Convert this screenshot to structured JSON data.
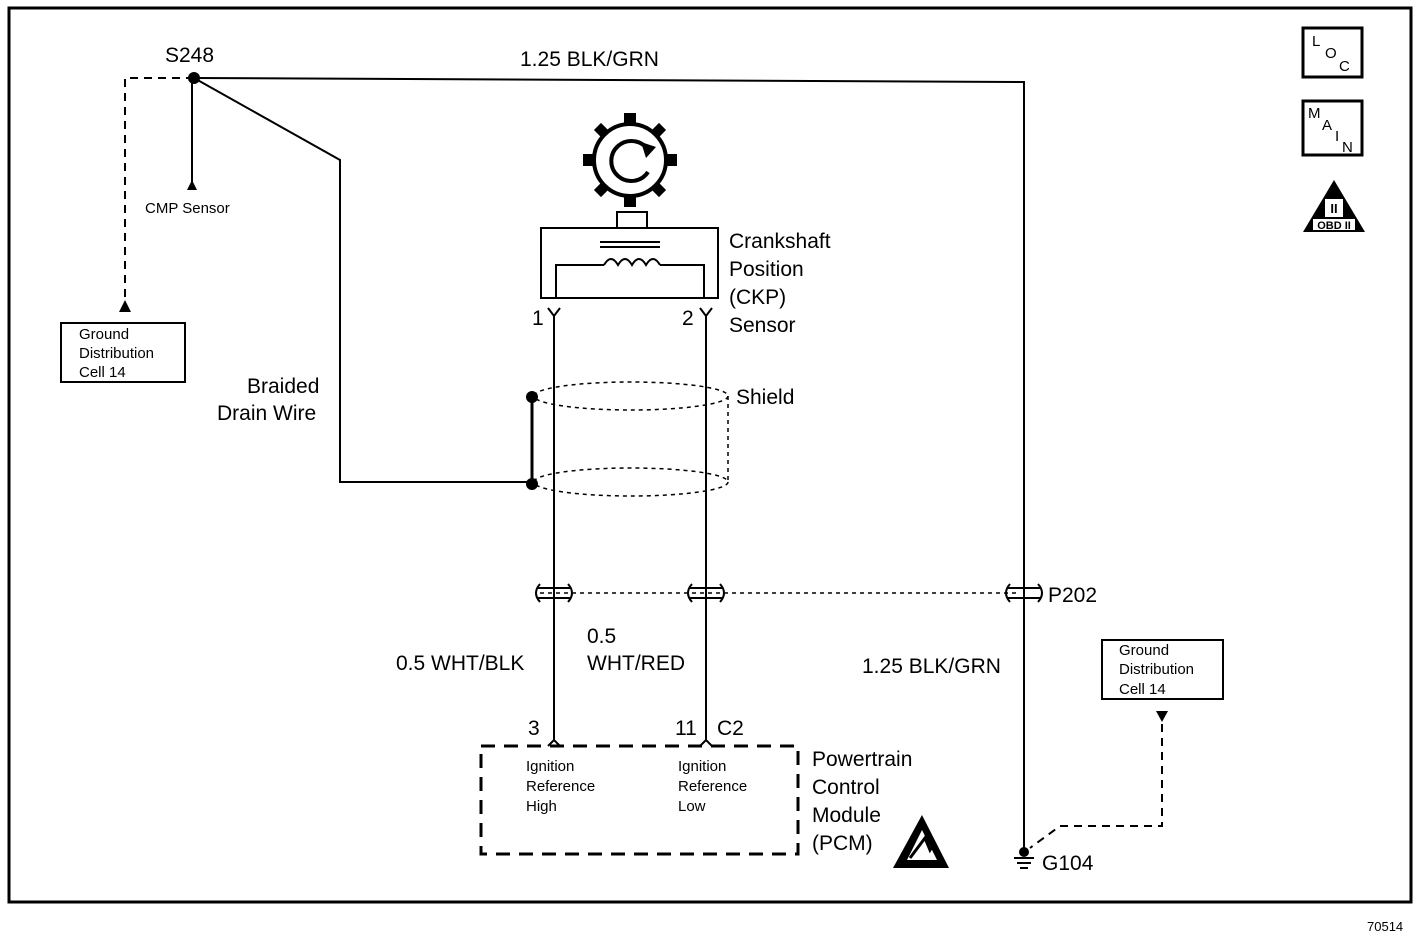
{
  "splice": "S248",
  "wire_top": "1.25 BLK/GRN",
  "cmp_sensor": "CMP Sensor",
  "ground_left": [
    "Ground",
    "Distribution",
    "Cell 14"
  ],
  "braided": [
    "Braided",
    "Drain Wire"
  ],
  "ckp_sensor": [
    "Crankshaft",
    "Position",
    "(CKP)",
    "Sensor"
  ],
  "pin_1": "1",
  "pin_2": "2",
  "shield": "Shield",
  "connector_p202": "P202",
  "wire_wht_blk": "0.5 WHT/BLK",
  "wire_wht_red": [
    "0.5",
    "WHT/RED"
  ],
  "wire_blk_grn": "1.25 BLK/GRN",
  "ground_right": [
    "Ground",
    "Distribution",
    "Cell 14"
  ],
  "pin_3": "3",
  "pin_11": "11",
  "connector_c2": "C2",
  "pcm_high": [
    "Ignition",
    "Reference",
    "High"
  ],
  "pcm_low": [
    "Ignition",
    "Reference",
    "Low"
  ],
  "pcm": [
    "Powertrain",
    "Control",
    "Module",
    "(PCM)"
  ],
  "ground_g104": "G104",
  "icon_loc": [
    "L",
    "O",
    "C"
  ],
  "icon_main": [
    "M",
    "A",
    "I",
    "N"
  ],
  "icon_obd": [
    "II",
    "OBD II"
  ],
  "figure_number": "70514"
}
